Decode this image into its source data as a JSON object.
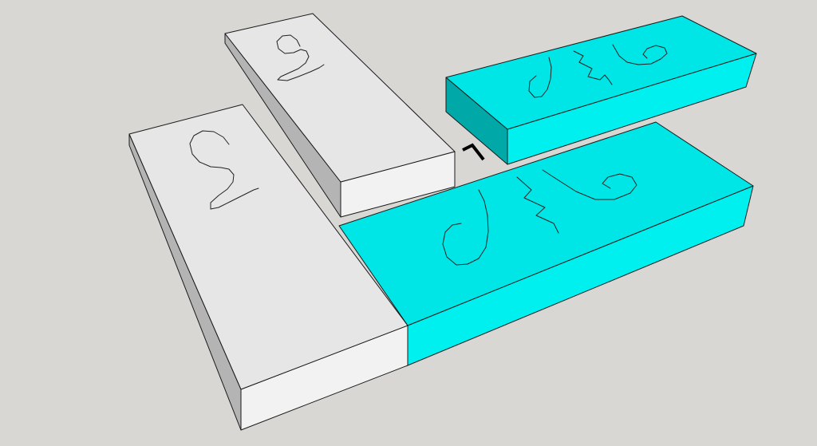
{
  "viewport": {
    "background_color": "#d8d7d4"
  },
  "colors": {
    "wood_top": "#e6e6e6",
    "wood_side_light": "#f2f2f2",
    "wood_side_dark": "#b4b4b4",
    "cyan_top": "#00e5e5",
    "cyan_front": "#00f0f0",
    "cyan_side_dark": "#00a8a8",
    "edge": "#1a1a1a"
  },
  "objects": [
    {
      "name": "white-board-small",
      "material": "white"
    },
    {
      "name": "white-board-large",
      "material": "white"
    },
    {
      "name": "cyan-board-small",
      "material": "cyan"
    },
    {
      "name": "cyan-board-large",
      "material": "cyan"
    }
  ],
  "cursor": {
    "icon": "orbit-cursor-icon"
  }
}
